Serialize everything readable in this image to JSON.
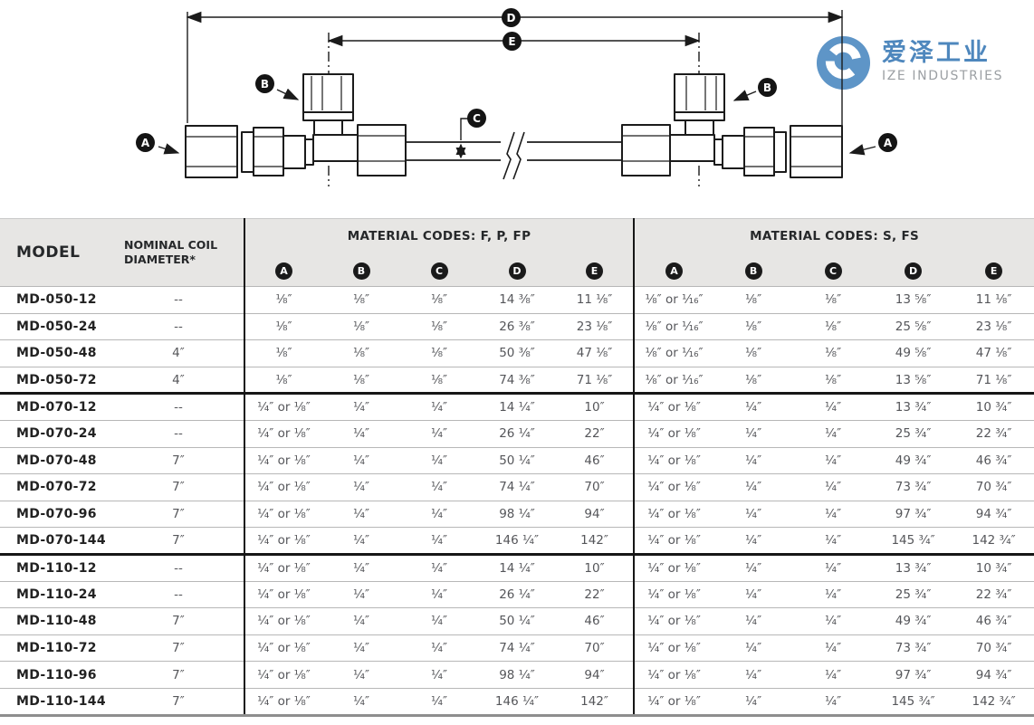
{
  "logo": {
    "brand_cn": "爱泽工业",
    "brand_en": "IZE INDUSTRIES",
    "mark_color": "#5E95C7",
    "cn_color": "#4E87BD",
    "en_color": "#9B9FA3"
  },
  "diagram": {
    "callouts": {
      "a": "A",
      "b": "B",
      "c": "C",
      "d": "D",
      "e": "E"
    }
  },
  "table": {
    "headers": {
      "model": "MODEL",
      "coil": "NOMINAL COIL DIAMETER*",
      "group_fp": "MATERIAL CODES: F, P, FP",
      "group_sfs": "MATERIAL CODES: S, FS",
      "letters": [
        "A",
        "B",
        "C",
        "D",
        "E"
      ]
    },
    "sections": [
      {
        "rows": [
          {
            "model": "MD-050-12",
            "coil": "--",
            "fp": [
              "¹⁄₈″",
              "¹⁄₈″",
              "¹⁄₈″",
              "14 ³⁄₈″",
              "11 ¹⁄₈″"
            ],
            "sfs": [
              "¹⁄₈″ or ¹⁄₁₆″",
              "¹⁄₈″",
              "¹⁄₈″",
              "13 ⁵⁄₈″",
              "11 ¹⁄₈″"
            ]
          },
          {
            "model": "MD-050-24",
            "coil": "--",
            "fp": [
              "¹⁄₈″",
              "¹⁄₈″",
              "¹⁄₈″",
              "26 ³⁄₈″",
              "23 ¹⁄₈″"
            ],
            "sfs": [
              "¹⁄₈″ or ¹⁄₁₆″",
              "¹⁄₈″",
              "¹⁄₈″",
              "25 ⁵⁄₈″",
              "23 ¹⁄₈″"
            ]
          },
          {
            "model": "MD-050-48",
            "coil": "4″",
            "fp": [
              "¹⁄₈″",
              "¹⁄₈″",
              "¹⁄₈″",
              "50 ³⁄₈″",
              "47 ¹⁄₈″"
            ],
            "sfs": [
              "¹⁄₈″ or ¹⁄₁₆″",
              "¹⁄₈″",
              "¹⁄₈″",
              "49 ⁵⁄₈″",
              "47 ¹⁄₈″"
            ]
          },
          {
            "model": "MD-050-72",
            "coil": "4″",
            "fp": [
              "¹⁄₈″",
              "¹⁄₈″",
              "¹⁄₈″",
              "74 ³⁄₈″",
              "71 ¹⁄₈″"
            ],
            "sfs": [
              "¹⁄₈″ or ¹⁄₁₆″",
              "¹⁄₈″",
              "¹⁄₈″",
              "13 ⁵⁄₈″",
              "71 ¹⁄₈″"
            ]
          }
        ]
      },
      {
        "rows": [
          {
            "model": "MD-070-12",
            "coil": "--",
            "fp": [
              "¹⁄₄″ or ¹⁄₈″",
              "¹⁄₄″",
              "¹⁄₄″",
              "14 ¹⁄₄″",
              "10″"
            ],
            "sfs": [
              "¹⁄₄″ or ¹⁄₈″",
              "¹⁄₄″",
              "¹⁄₄″",
              "13 ³⁄₄″",
              "10 ³⁄₄″"
            ]
          },
          {
            "model": "MD-070-24",
            "coil": "--",
            "fp": [
              "¹⁄₄″ or ¹⁄₈″",
              "¹⁄₄″",
              "¹⁄₄″",
              "26 ¹⁄₄″",
              "22″"
            ],
            "sfs": [
              "¹⁄₄″ or ¹⁄₈″",
              "¹⁄₄″",
              "¹⁄₄″",
              "25 ³⁄₄″",
              "22 ³⁄₄″"
            ]
          },
          {
            "model": "MD-070-48",
            "coil": "7″",
            "fp": [
              "¹⁄₄″ or ¹⁄₈″",
              "¹⁄₄″",
              "¹⁄₄″",
              "50 ¹⁄₄″",
              "46″"
            ],
            "sfs": [
              "¹⁄₄″ or ¹⁄₈″",
              "¹⁄₄″",
              "¹⁄₄″",
              "49 ³⁄₄″",
              "46 ³⁄₄″"
            ]
          },
          {
            "model": "MD-070-72",
            "coil": "7″",
            "fp": [
              "¹⁄₄″ or ¹⁄₈″",
              "¹⁄₄″",
              "¹⁄₄″",
              "74 ¹⁄₄″",
              "70″"
            ],
            "sfs": [
              "¹⁄₄″ or ¹⁄₈″",
              "¹⁄₄″",
              "¹⁄₄″",
              "73 ³⁄₄″",
              "70 ³⁄₄″"
            ]
          },
          {
            "model": "MD-070-96",
            "coil": "7″",
            "fp": [
              "¹⁄₄″ or ¹⁄₈″",
              "¹⁄₄″",
              "¹⁄₄″",
              "98 ¹⁄₄″",
              "94″"
            ],
            "sfs": [
              "¹⁄₄″ or ¹⁄₈″",
              "¹⁄₄″",
              "¹⁄₄″",
              "97 ³⁄₄″",
              "94 ³⁄₄″"
            ]
          },
          {
            "model": "MD-070-144",
            "coil": "7″",
            "fp": [
              "¹⁄₄″ or ¹⁄₈″",
              "¹⁄₄″",
              "¹⁄₄″",
              "146 ¹⁄₄″",
              "142″"
            ],
            "sfs": [
              "¹⁄₄″ or ¹⁄₈″",
              "¹⁄₄″",
              "¹⁄₄″",
              "145 ³⁄₄″",
              "142 ³⁄₄″"
            ]
          }
        ]
      },
      {
        "rows": [
          {
            "model": "MD-110-12",
            "coil": "--",
            "fp": [
              "¹⁄₄″ or ¹⁄₈″",
              "¹⁄₄″",
              "¹⁄₄″",
              "14 ¹⁄₄″",
              "10″"
            ],
            "sfs": [
              "¹⁄₄″ or ¹⁄₈″",
              "¹⁄₄″",
              "¹⁄₄″",
              "13 ³⁄₄″",
              "10 ³⁄₄″"
            ]
          },
          {
            "model": "MD-110-24",
            "coil": "--",
            "fp": [
              "¹⁄₄″ or ¹⁄₈″",
              "¹⁄₄″",
              "¹⁄₄″",
              "26 ¹⁄₄″",
              "22″"
            ],
            "sfs": [
              "¹⁄₄″ or ¹⁄₈″",
              "¹⁄₄″",
              "¹⁄₄″",
              "25 ³⁄₄″",
              "22 ³⁄₄″"
            ]
          },
          {
            "model": "MD-110-48",
            "coil": "7″",
            "fp": [
              "¹⁄₄″ or ¹⁄₈″",
              "¹⁄₄″",
              "¹⁄₄″",
              "50 ¹⁄₄″",
              "46″"
            ],
            "sfs": [
              "¹⁄₄″ or ¹⁄₈″",
              "¹⁄₄″",
              "¹⁄₄″",
              "49 ³⁄₄″",
              "46 ³⁄₄″"
            ]
          },
          {
            "model": "MD-110-72",
            "coil": "7″",
            "fp": [
              "¹⁄₄″ or ¹⁄₈″",
              "¹⁄₄″",
              "¹⁄₄″",
              "74 ¹⁄₄″",
              "70″"
            ],
            "sfs": [
              "¹⁄₄″ or ¹⁄₈″",
              "¹⁄₄″",
              "¹⁄₄″",
              "73 ³⁄₄″",
              "70 ³⁄₄″"
            ]
          },
          {
            "model": "MD-110-96",
            "coil": "7″",
            "fp": [
              "¹⁄₄″ or ¹⁄₈″",
              "¹⁄₄″",
              "¹⁄₄″",
              "98 ¹⁄₄″",
              "94″"
            ],
            "sfs": [
              "¹⁄₄″ or ¹⁄₈″",
              "¹⁄₄″",
              "¹⁄₄″",
              "97 ³⁄₄″",
              "94 ³⁄₄″"
            ]
          },
          {
            "model": "MD-110-144",
            "coil": "7″",
            "fp": [
              "¹⁄₄″ or ¹⁄₈″",
              "¹⁄₄″",
              "¹⁄₄″",
              "146 ¹⁄₄″",
              "142″"
            ],
            "sfs": [
              "¹⁄₄″ or ¹⁄₈″",
              "¹⁄₄″",
              "¹⁄₄″",
              "145 ³⁄₄″",
              "142 ³⁄₄″"
            ]
          }
        ]
      }
    ]
  }
}
